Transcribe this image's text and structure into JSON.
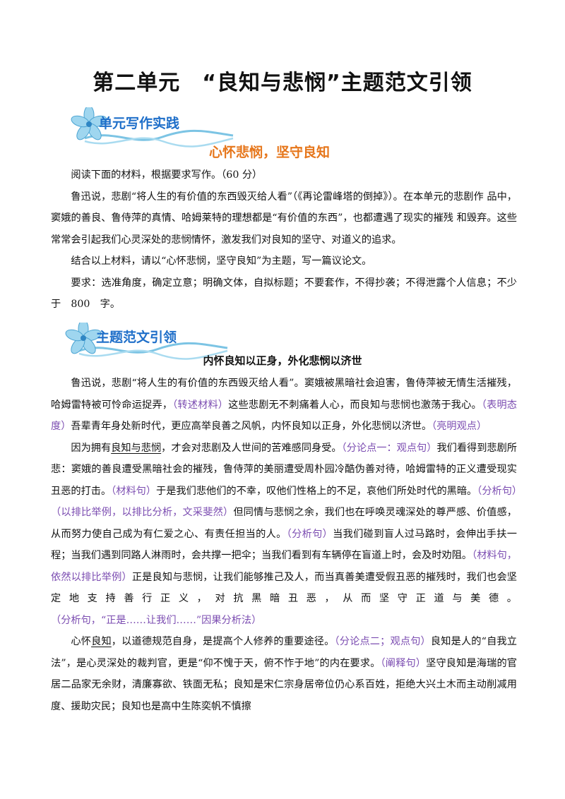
{
  "main_title": "第二单元　“良知与悲悯”主题范文引领",
  "section1": {
    "label": "单元写作实践"
  },
  "prompt_title": "心怀悲悯，坚守良知",
  "prompt": {
    "p1": "阅读下面的材料，根据要求写作。（60 分）",
    "p2": "鲁迅说，悲剧“将人生的有价值的东西毁灭给人看”（《再论雷峰塔的倒掉》）。在本单元的悲剧作 品中，窦娥的善良、鲁侍萍的真情、哈姆莱特的理想都是“有价值的东西”，也都遭遇了现实的摧残 和毁弃。这些常常会引起我们心灵深处的悲悯情怀，激发我们对良知的坚守、对道义的追求。",
    "p3": "结合以上材料，请以“心怀悲悯，坚守良知”为主题，写一篇议论文。",
    "p4": "要求：选准角度，确定立意；明确文体，自拟标题；不要套作，不得抄袭；不得泄露个人信息；不少于　800　字。"
  },
  "section2": {
    "label": "主题范文引领"
  },
  "essay_title": "内怀良知以正身，外化悲悯以济世",
  "essay": {
    "p1": {
      "t1": "鲁迅说，悲剧“将人生的有价值的东西毁灭给人看”。窦娥被黑暗社会迫害，鲁侍萍被无情生活摧残，哈姆雷特被可怜命运捉弄，",
      "n1": "（转述材料）",
      "t2": "这些悲剧无不刺痛着人心，而良知与悲悯也激荡于我心。",
      "n2": "（表明态度）",
      "t3": "吾辈青年身处新时代，更应高举良善之风帆，内怀良知以正身，外化悲悯以济世。",
      "n3": "（亮明观点）"
    },
    "p2": {
      "t0": "因为拥有",
      "u1": "良知与悲悯",
      "t1": "，才会对悲剧及人世间的苦难感同身受。",
      "n1": "（分论点一：观点句）",
      "t2": "我们看得到悲剧所悲：窦娥的善良遭受黑暗社会的摧残，鲁侍萍的美丽遭受周朴园冷酷伪善对待，哈姆雷特的正义遭受现实丑恶的打击。",
      "n2": "（材料句）",
      "t3": "于是我们悲他们的不幸，叹他们性格上的不足，哀他们所处时代的黑暗。",
      "n3": "（分析句）（以排比举例，以排比分析，文采斐然）",
      "t4": "但同情与悲悯之余，我们也在呼唤灵魂深处的尊严感、价值感，从而努力使自己成为有仁爱之心、有责任担当的人。",
      "n4": "（分析句）",
      "t5": "当我们碰到盲人过马路时，会伸出手扶一程；当我们遇到同路人淋雨时，会共撑一把伞；当我们看到有车辆停在盲道上时，会及时劝阻。",
      "n5": "（材料句，依然以排比举例）",
      "t6": "正是良知与悲悯，让我们能够推己及人，而当真善美遭受假丑恶的摧残时，我们也会坚定地支持善行正义，对抗黑暗丑恶，从而坚守正道与美德。",
      "n6": "（分析句，“正是……让我们……”因果分析法）"
    },
    "p3": {
      "t0": "心怀",
      "u1": "良知",
      "t1": "，以道德规范自身，是提高个人修养的重要途径。",
      "n1": "（分论点二；观点句）",
      "t2": "良知是人的“自我立法”，是心灵深处的裁判官，更是“仰不愧于天，俯不怍于地”的内在要求。",
      "n2": "（阐释句）",
      "t3": "坚守良知是海瑞的官居二品家无余财，清廉寡欲、铁面无私；良知是宋仁宗身居帝位仍心系百姓，拒绝大兴土木而主动削减用度、援助灾民；良知也是高中生陈奕帆不慎擦"
    }
  },
  "colors": {
    "accent_blue": "#1f6fc9",
    "accent_orange": "#e6761b",
    "note_purple": "#7b4cb1"
  }
}
